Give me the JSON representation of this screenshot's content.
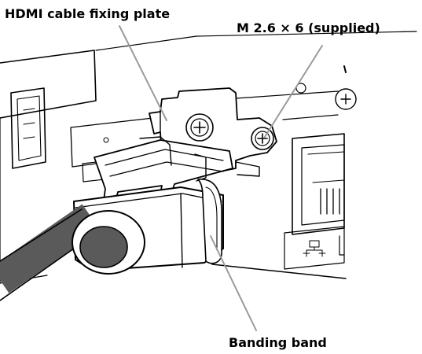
{
  "labels": {
    "plate": "HDMI cable fixing plate",
    "screw": "M 2.6 × 6 (supplied)",
    "band": "Banding band"
  },
  "colors": {
    "outline": "#000000",
    "leader": "#9a9a9a",
    "cable": "#5a5a5a"
  }
}
